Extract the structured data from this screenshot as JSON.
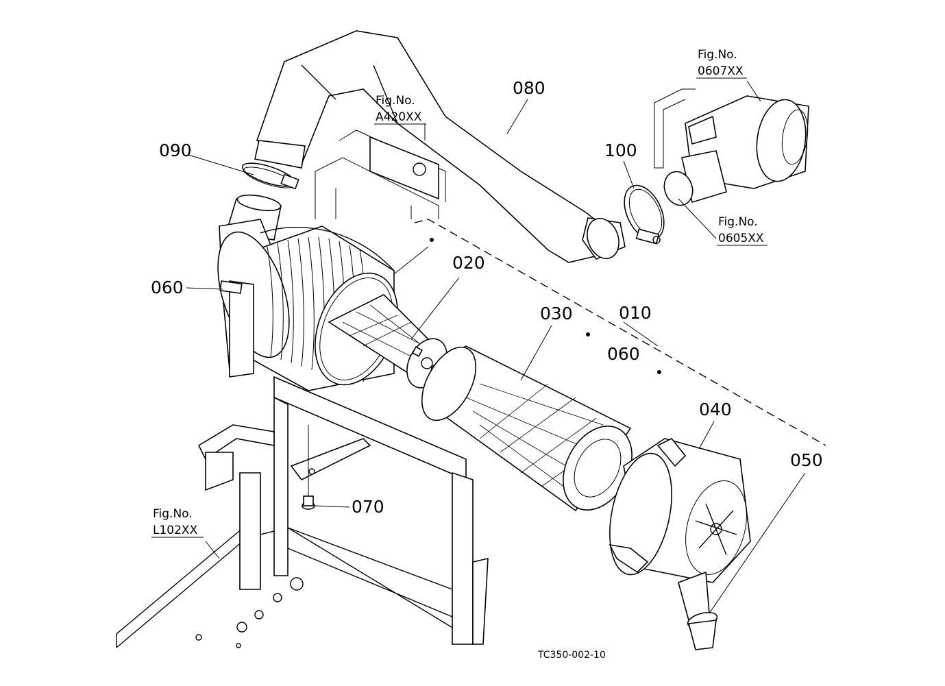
{
  "callouts": {
    "p010": "010",
    "p020": "020",
    "p030": "030",
    "p040": "040",
    "p050": "050",
    "p060_left": "060",
    "p060_right": "060",
    "p070": "070",
    "p080": "080",
    "p090": "090",
    "p100": "100"
  },
  "references": {
    "a420": {
      "line1": "Fig.No.",
      "line2": "A420XX"
    },
    "f0607": {
      "line1": "Fig.No.",
      "line2": "0607XX"
    },
    "f0605": {
      "line1": "Fig.No.",
      "line2": "0605XX"
    },
    "l102": {
      "line1": "Fig.No.",
      "line2": "L102XX"
    }
  },
  "drawing_code": "TC350-002-10"
}
